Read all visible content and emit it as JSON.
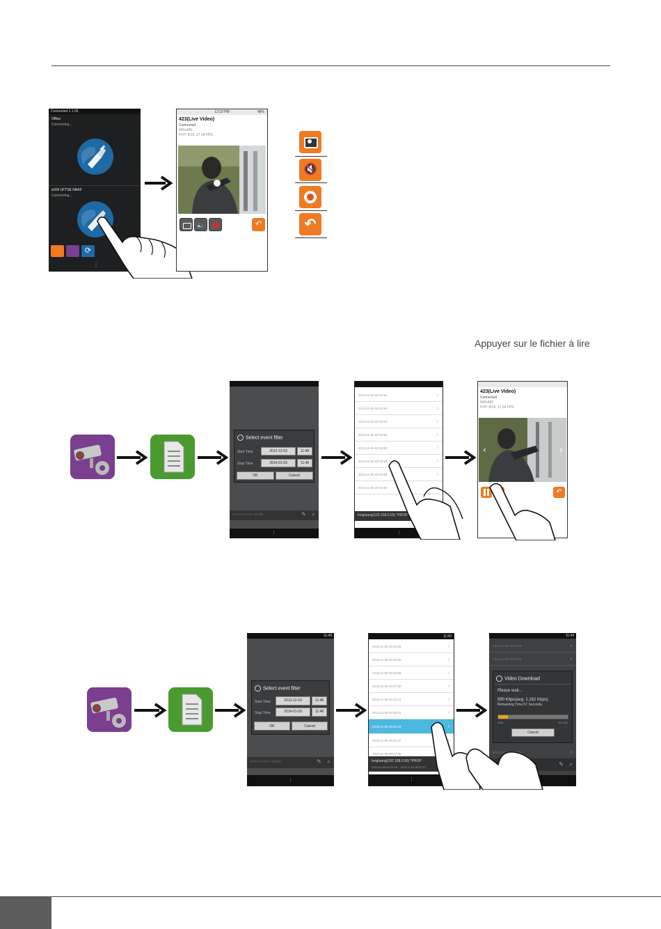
{
  "page": {
    "instruction_text": "Appuyer sur le fichier à lire"
  },
  "step1": {
    "login_screen": {
      "status_text": "Connected 1 1:35",
      "device1_name": "Office",
      "device1_status": "Connecting...",
      "device2_name": "eUW UFTSE NNKF",
      "device2_status": "Connecting..."
    },
    "live_screen": {
      "status_time": "13:19 PM",
      "status_battery": "48%",
      "title": "423(Live Video)",
      "state": "Connected",
      "resolution": "640x480",
      "fps": "FVP: 8/10, 17.34 FPS"
    },
    "legend_icons": [
      "camera-snapshot-icon",
      "mute-icon",
      "record-icon",
      "back-icon"
    ]
  },
  "step2": {
    "filter_dialog": {
      "title": "Select event filter",
      "start_label": "Start Time",
      "start_date": "2012-12-03",
      "start_time": "11:48",
      "stop_label": "Stop Time",
      "stop_date": "2014-01-03",
      "stop_time": "11:48",
      "ok_label": "OK",
      "cancel_label": "Cancel",
      "search_hint": "event search results"
    },
    "event_list": {
      "rows": [
        "2013-11-06 00:02:56",
        "2013-11-06 00:02:59",
        "2013-11-06 00:02:59",
        "2013-11-06 00:02:59",
        "2013-11-06 00:02:59",
        "2013-11-06 00:02:59",
        "2013-11-06 00:02:59",
        "2013-11-06 00:02:59"
      ],
      "footer": "longluang(192.168.0.55) *PROP"
    },
    "playback_screen": {
      "title": "423(Live Video)",
      "state": "Connected",
      "resolution": "640x480",
      "fps": "FVP: 8/10, 17.34 FPS"
    }
  },
  "step3": {
    "filter_dialog": {
      "title": "Select event filter",
      "start_label": "Start Time",
      "start_date": "2013-12-03",
      "start_time": "11:48",
      "stop_label": "Stop Time",
      "stop_date": "2014-01-03",
      "stop_time": "11:48",
      "ok_label": "OK",
      "cancel_label": "Cancel",
      "search_hint": "event search results",
      "status_time": "11:48"
    },
    "event_list": {
      "status_time": "11:50",
      "rows": [
        "2013-11-06 00:02:56",
        "2013-11-06 00:02:56",
        "2013-11-06 00:02:58",
        "2013-11-06 00:07:59",
        "2013-11-06 00:10:12",
        "2013-11-06 00:20:51",
        "2013-11-06 00:21:18",
        "2013-11-06 00:22:37",
        "2013-11-06 00:27:08"
      ],
      "highlighted_index": 6,
      "footer": "longluang(192.168.0.55) *PROP",
      "footer_sub": "2013-11-06 00:21:18 ~ 2013-11-06 00:22:37"
    },
    "download_dialog": {
      "status_time": "11:44",
      "title": "Video Download",
      "wait_text": "Please wait...",
      "rate_text": "990 Kbps(avg. 1,162 Kbps)",
      "remaining_text": "Remaining Time:57 Seconds",
      "progress_left": "14%",
      "progress_right": "1/1 1/11",
      "progress": 0.14,
      "cancel_label": "Cancel",
      "list_rows": [
        "2013-11-06 00:02:56",
        "2013-11-06 00:02:56",
        "2013-11-06 00:27:08"
      ]
    }
  },
  "colors": {
    "orange": "#f07a22",
    "highlight": "#4bb8e0",
    "progress": "#f0a020",
    "purple": "#7a3f8f",
    "green": "#4a9a2f",
    "globe": "#1d6aa6"
  }
}
